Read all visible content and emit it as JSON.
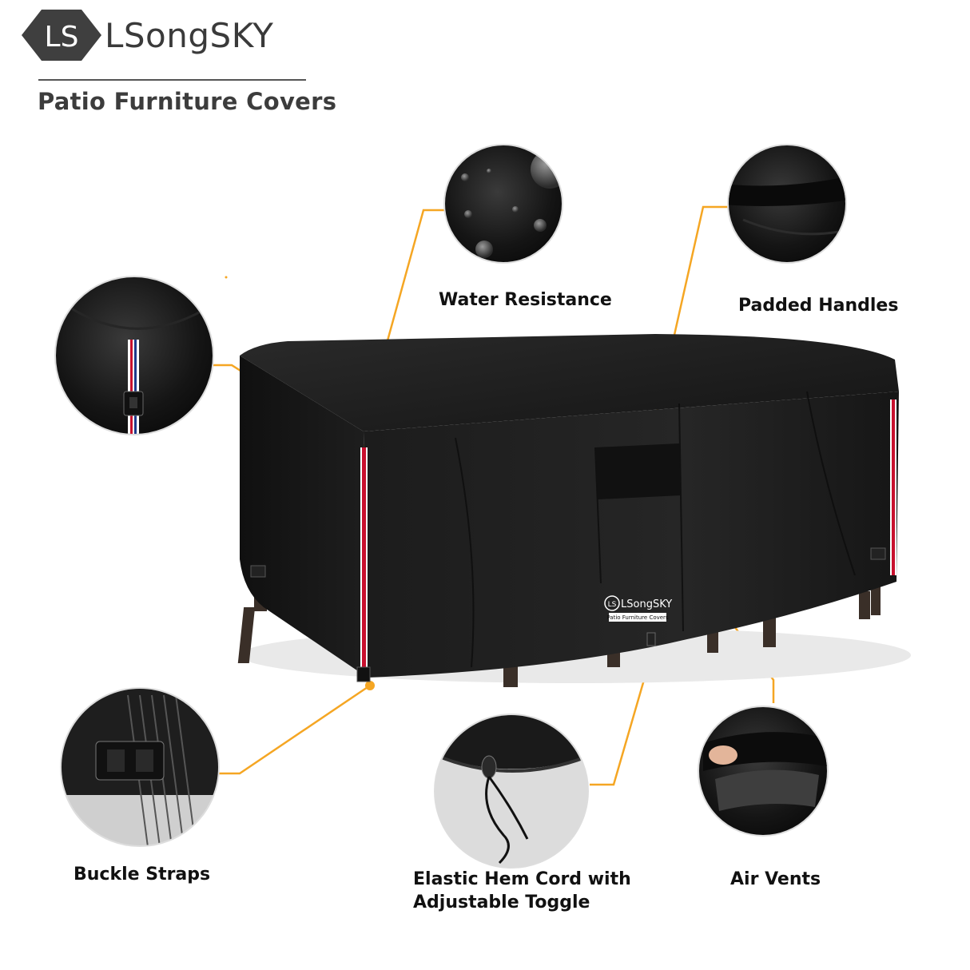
{
  "brand": {
    "logo_initials": "LS",
    "name": "LSongSKY",
    "subtitle": "Patio Furniture Covers",
    "product_tag_name": "LSongSKY",
    "product_tag_sub": "Patio Furniture Covers"
  },
  "features": {
    "water_resistance": "Water Resistance",
    "padded_handles": "Padded Handles",
    "buckle_straps": "Buckle Straps",
    "elastic_cord_line1": "Elastic Hem Cord with",
    "elastic_cord_line2": "Adjustable Toggle",
    "air_vents": "Air Vents"
  },
  "colors": {
    "callout_line": "#f5a623",
    "cover_fabric": "#1b1b1b",
    "strap_red": "#c8102e",
    "strap_blue": "#1f3a8a"
  }
}
